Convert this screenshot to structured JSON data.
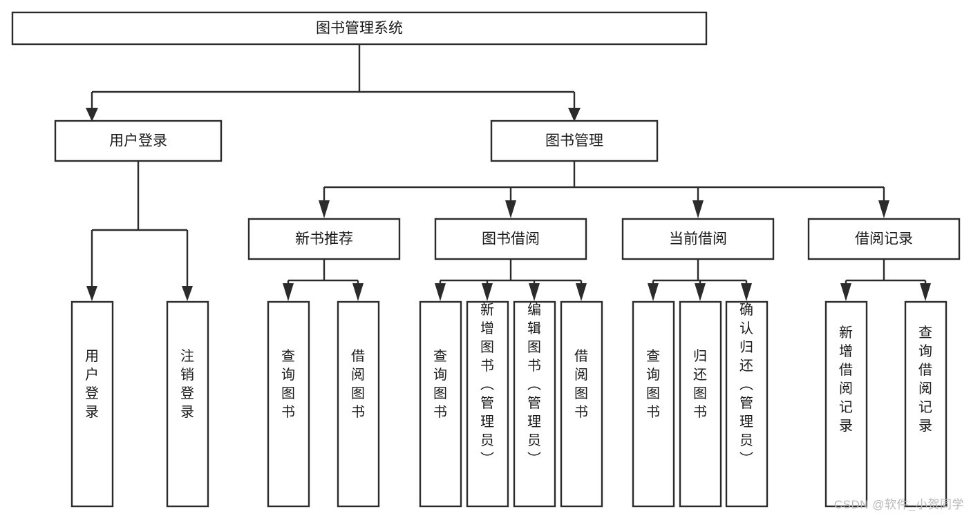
{
  "diagram": {
    "type": "tree",
    "title": "图书管理系统",
    "watermark": "CSDN @软件_小贺同学",
    "colors": {
      "stroke": "#2b2b2b",
      "fill": "#ffffff",
      "text": "#1a1a1a",
      "watermark": "#b9b9b9"
    },
    "levels": {
      "root": {
        "label": "图书管理系统"
      },
      "level2": [
        {
          "label": "用户登录"
        },
        {
          "label": "图书管理"
        }
      ],
      "level3": [
        {
          "label": "新书推荐"
        },
        {
          "label": "图书借阅"
        },
        {
          "label": "当前借阅"
        },
        {
          "label": "借阅记录"
        }
      ]
    },
    "nodes": {
      "root": "图书管理系统",
      "user_login": "用户登录",
      "book_manage": "图书管理",
      "new_book_recommend": "新书推荐",
      "book_borrow": "图书借阅",
      "current_borrow": "当前借阅",
      "borrow_record": "借阅记录"
    },
    "leaves": {
      "user_login_children": [
        "用户登录",
        "注销登录"
      ],
      "new_book_recommend_children": [
        "查询图书",
        "借阅图书"
      ],
      "book_borrow_children": [
        "查询图书",
        "新增图书（管理员）",
        "编辑图书（管理员）",
        "借阅图书"
      ],
      "current_borrow_children": [
        "查询图书",
        "归还图书",
        "确认归还（管理员）"
      ],
      "borrow_record_children": [
        "新增借阅记录",
        "查询借阅记录"
      ]
    }
  }
}
